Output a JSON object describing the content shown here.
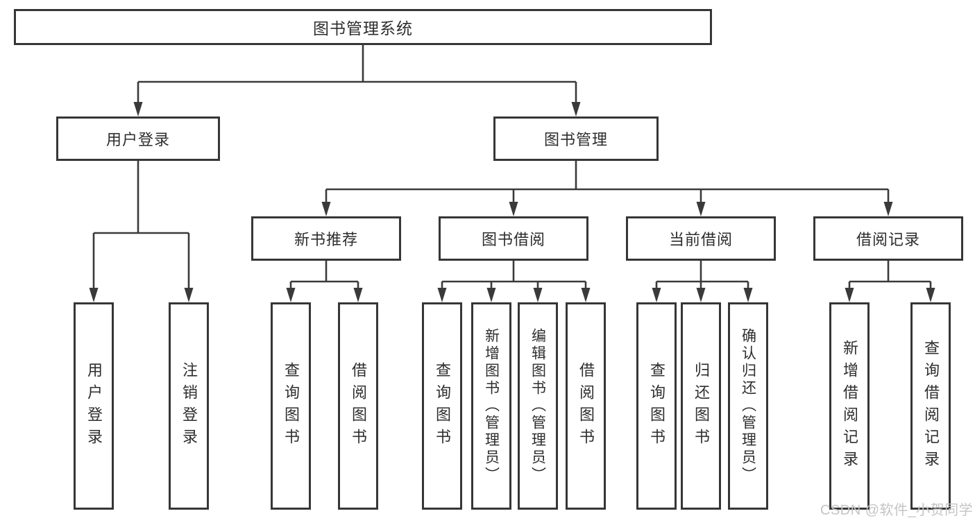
{
  "diagram": {
    "title": "图书管理系统",
    "watermark": "CSDN @软件_小贺同学",
    "colors": {
      "background": "#ffffff",
      "box_border": "#363636",
      "connector_line": "#3a3a3a",
      "text": "#2d2d2d",
      "watermark_text": "#c4c4c4"
    },
    "nodes": {
      "root": {
        "label": "图书管理系统"
      },
      "user_login": {
        "label": "用户登录"
      },
      "book_management": {
        "label": "图书管理"
      },
      "new_book_recommend": {
        "label": "新书推荐"
      },
      "book_borrow": {
        "label": "图书借阅"
      },
      "current_borrow": {
        "label": "当前借阅"
      },
      "borrow_records": {
        "label": "借阅记录"
      },
      "leaf_user_login": {
        "label": "用户登录"
      },
      "leaf_logout": {
        "label": "注销登录"
      },
      "leaf_nb_query_books": {
        "label": "查询图书"
      },
      "leaf_nb_borrow_books": {
        "label": "借阅图书"
      },
      "leaf_bb_query_books": {
        "label": "查询图书"
      },
      "leaf_bb_add_books": {
        "label": "新增图书（管理员）"
      },
      "leaf_bb_edit_books": {
        "label": "编辑图书（管理员）"
      },
      "leaf_bb_borrow_books": {
        "label": "借阅图书"
      },
      "leaf_cb_query_books": {
        "label": "查询图书"
      },
      "leaf_cb_return_books": {
        "label": "归还图书"
      },
      "leaf_cb_confirm_return": {
        "label": "确认归还（管理员）"
      },
      "leaf_br_add_record": {
        "label": "新增借阅记录"
      },
      "leaf_br_query_record": {
        "label": "查询借阅记录"
      }
    },
    "edges": [
      "图书管理系统 → 用户登录",
      "图书管理系统 → 图书管理",
      "用户登录 → 用户登录(叶), 注销登录",
      "图书管理 → 新书推荐, 图书借阅, 当前借阅, 借阅记录",
      "新书推荐 → 查询图书, 借阅图书",
      "图书借阅 → 查询图书, 新增图书（管理员）, 编辑图书（管理员）, 借阅图书",
      "当前借阅 → 查询图书, 归还图书, 确认归还（管理员）",
      "借阅记录 → 新增借阅记录, 查询借阅记录"
    ]
  }
}
